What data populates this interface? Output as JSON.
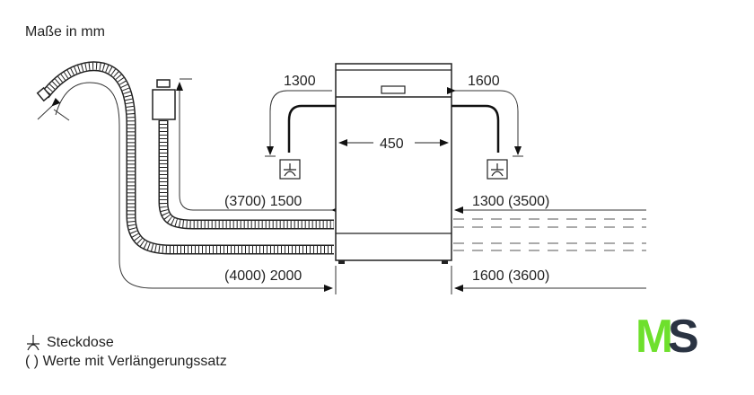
{
  "title": "Maße in mm",
  "dimensions": {
    "width": "450",
    "left_cable": "1300",
    "right_cable": "1600",
    "left_drain_hose": "(3700) 1500",
    "left_inlet_hose": "(4000) 2000",
    "right_drain_hose": "1300 (3500)",
    "right_inlet_hose": "1600 (3600)"
  },
  "legend": {
    "socket_label": "Steckdose",
    "extension_symbol": "( )",
    "extension_label": "Werte mit Verlängerungssatz"
  },
  "logo": {
    "text": "MS",
    "green": "#6ee02c",
    "dark": "#2a3342"
  }
}
